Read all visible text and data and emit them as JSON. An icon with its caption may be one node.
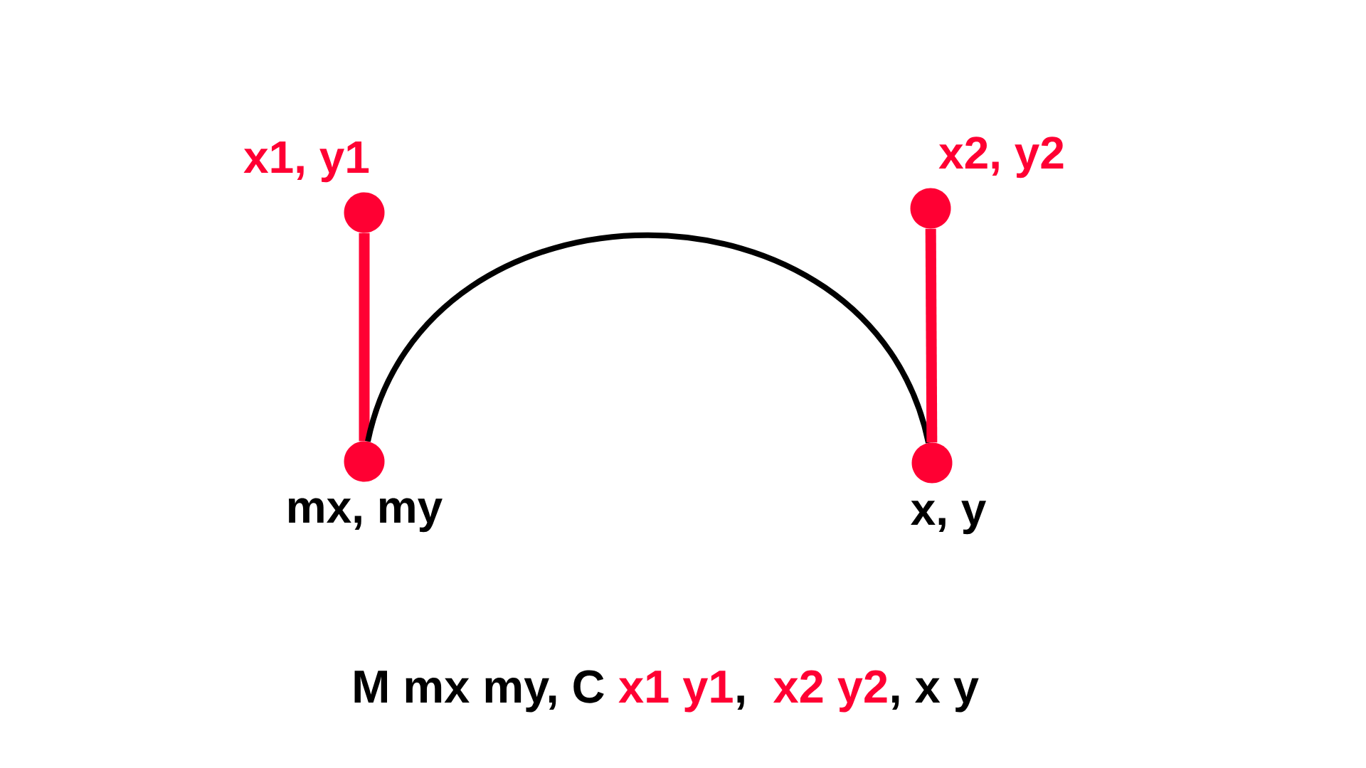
{
  "diagram": {
    "nodes": [
      {
        "text": [],
        "shape": "circle",
        "beside": [
          "x1, y1"
        ]
      },
      {
        "text": [],
        "shape": "circle",
        "beside": [
          "x2, y2"
        ]
      },
      {
        "text": [],
        "shape": "circle",
        "beside": [
          "mx, my"
        ]
      },
      {
        "text": [],
        "shape": "circle",
        "beside": [
          "x, y"
        ]
      }
    ],
    "edges": [
      {
        "from": 2,
        "to": 0,
        "arrow": "none"
      },
      {
        "from": 2,
        "to": 3,
        "arrow": "none",
        "color": "#000000"
      },
      {
        "from": 3,
        "to": 1,
        "arrow": "none"
      }
    ],
    "labels": [
      "M mx my, C",
      "x1 y1",
      ",",
      "x2 y2",
      ", x y"
    ]
  }
}
